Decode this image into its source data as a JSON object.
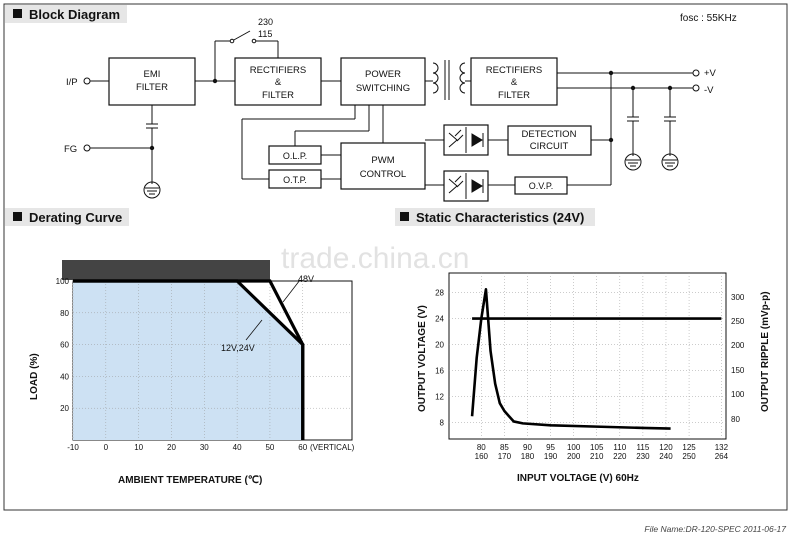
{
  "block_diagram": {
    "title": "Block Diagram",
    "fosc": "fosc : 55KHz",
    "ip_label": "I/P",
    "fg_label": "FG",
    "emi_line1": "EMI",
    "emi_line2": "FILTER",
    "rect1_line1": "RECTIFIERS",
    "rect1_line2": "&",
    "rect1_line3": "FILTER",
    "switch_230": "230",
    "switch_115": "115",
    "power_line1": "POWER",
    "power_line2": "SWITCHING",
    "rect2_line1": "RECTIFIERS",
    "rect2_line2": "&",
    "rect2_line3": "FILTER",
    "out_pos": "+V",
    "out_neg": "-V",
    "olp": "O.L.P.",
    "otp": "O.T.P.",
    "pwm_line1": "PWM",
    "pwm_line2": "CONTROL",
    "detect_line1": "DETECTION",
    "detect_line2": "CIRCUIT",
    "ovp": "O.V.P."
  },
  "derating": {
    "title": "Derating Curve",
    "ylabel": "LOAD (%)",
    "xlabel": "AMBIENT TEMPERATURE (℃)",
    "vertical_note": "(VERTICAL)",
    "curve_label_12v": "12V,24V",
    "curve_label_48v": "48V",
    "chart_data": {
      "type": "line",
      "x_ticks": [
        -10,
        0,
        10,
        20,
        30,
        40,
        50,
        60
      ],
      "y_ticks": [
        20,
        40,
        60,
        80,
        100
      ],
      "xlim": [
        -10,
        75
      ],
      "ylim": [
        0,
        100
      ],
      "series": [
        {
          "name": "48V",
          "x": [
            -10,
            50,
            60,
            60
          ],
          "y": [
            100,
            100,
            60,
            0
          ]
        },
        {
          "name": "12V,24V",
          "x": [
            -10,
            40,
            60,
            60
          ],
          "y": [
            100,
            100,
            60,
            0
          ]
        }
      ],
      "shaded_region": {
        "x": [
          -10,
          40,
          60,
          60,
          -10
        ],
        "y": [
          100,
          100,
          60,
          0,
          0
        ]
      }
    }
  },
  "static": {
    "title": "Static Characteristics (24V)",
    "ylabel_left": "OUTPUT VOLTAGE (V)",
    "ylabel_right": "OUTPUT RIPPLE (mVp-p)",
    "xlabel": "INPUT VOLTAGE (V) 60Hz",
    "chart_data": {
      "type": "line",
      "x_ticks_top": [
        "80",
        "85",
        "90",
        "95",
        "100",
        "105",
        "110",
        "115",
        "120",
        "125",
        "132"
      ],
      "x_ticks_bottom": [
        "160",
        "170",
        "180",
        "190",
        "200",
        "210",
        "220",
        "230",
        "240",
        "250",
        "264"
      ],
      "x_tick_values": [
        80,
        85,
        90,
        95,
        100,
        105,
        110,
        115,
        120,
        125,
        132
      ],
      "xlim": [
        73,
        133
      ],
      "y_left_ticks": [
        8,
        12,
        16,
        20,
        24,
        28
      ],
      "y_left_lim": [
        5.5,
        31
      ],
      "y_right_ticks": [
        80,
        100,
        150,
        200,
        250,
        300
      ],
      "series": [
        {
          "name": "OUTPUT VOLTAGE",
          "axis": "left",
          "x": [
            78,
            132
          ],
          "y": [
            24,
            24
          ]
        },
        {
          "name": "OUTPUT RIPPLE",
          "axis": "left",
          "x": [
            78,
            79,
            80,
            81,
            82,
            83,
            84,
            85,
            86,
            87,
            89,
            95,
            105,
            115,
            121
          ],
          "y": [
            9,
            18,
            24,
            28.5,
            19,
            14,
            11,
            9.8,
            9,
            8.2,
            7.9,
            7.6,
            7.4,
            7.2,
            7.1
          ]
        }
      ]
    }
  },
  "footer": {
    "file_name": "File Name:DR-120-SPEC  2011-06-17"
  },
  "watermark": "trade.china.cn"
}
